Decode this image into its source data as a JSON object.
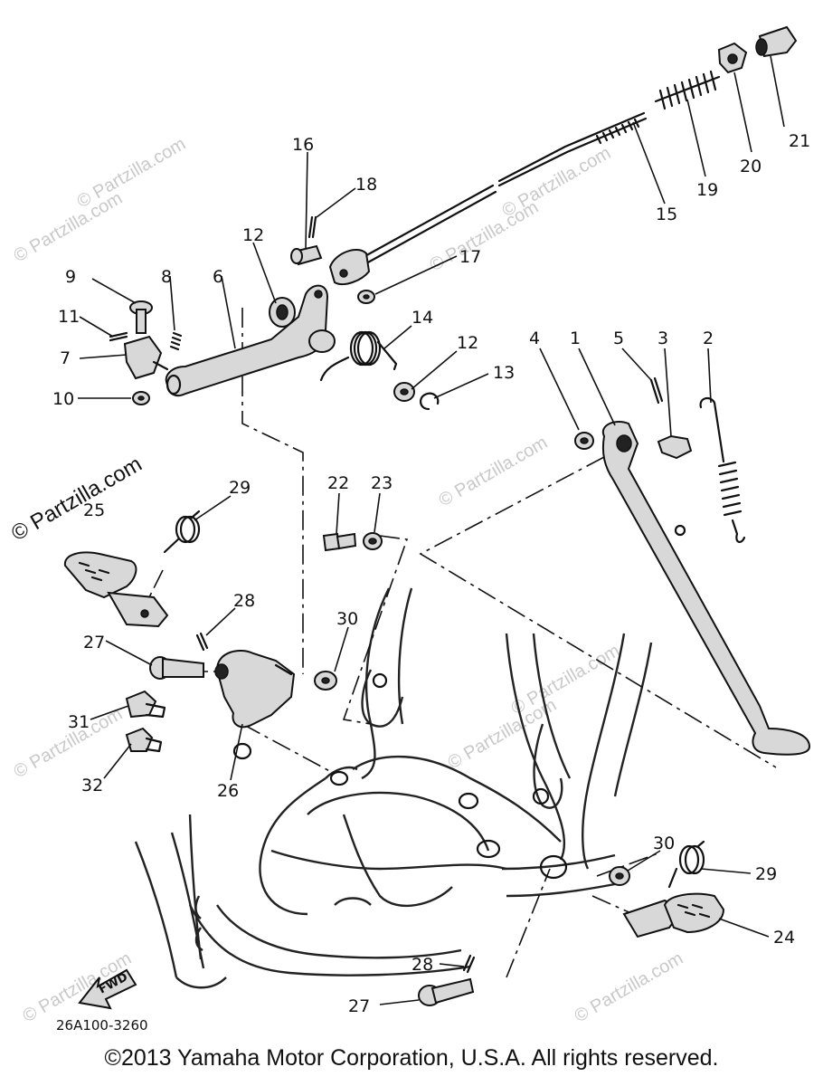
{
  "diagram": {
    "code": "26A100-3260",
    "fwd_label": "FWD",
    "copyright": "©2013  Yamaha Motor Corporation, U.S.A. All rights reserved.",
    "site_watermark": "© Partzilla.com",
    "callouts": {
      "p1": "1",
      "p2": "2",
      "p3": "3",
      "p4": "4",
      "p5": "5",
      "p6": "6",
      "p7": "7",
      "p8": "8",
      "p9": "9",
      "p10": "10",
      "p11": "11",
      "p12a": "12",
      "p12b": "12",
      "p13": "13",
      "p14": "14",
      "p15": "15",
      "p16": "16",
      "p17": "17",
      "p18": "18",
      "p19": "19",
      "p20": "20",
      "p21": "21",
      "p22": "22",
      "p23": "23",
      "p24": "24",
      "p25": "25",
      "p26": "26",
      "p27a": "27",
      "p27b": "27",
      "p28a": "28",
      "p28b": "28",
      "p29a": "29",
      "p29b": "29",
      "p30a": "30",
      "p30b": "30",
      "p31": "31",
      "p32": "32"
    }
  }
}
